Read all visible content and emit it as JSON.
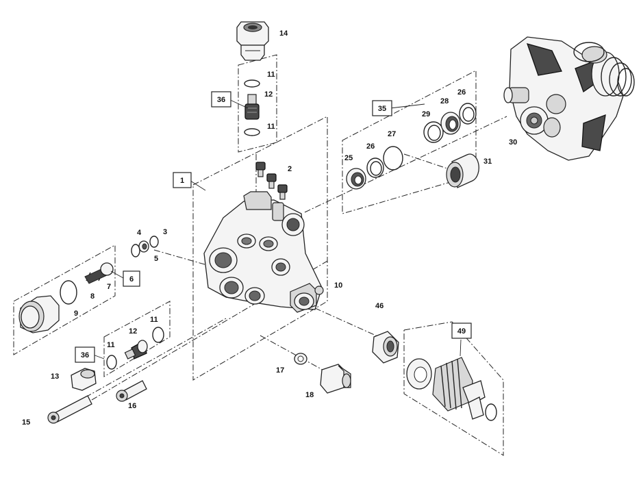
{
  "diagram": {
    "callouts": [
      {
        "id": "c1",
        "label": "1"
      },
      {
        "id": "c2",
        "label": "2"
      },
      {
        "id": "c3",
        "label": "3"
      },
      {
        "id": "c4",
        "label": "4"
      },
      {
        "id": "c5",
        "label": "5"
      },
      {
        "id": "c6",
        "label": "6"
      },
      {
        "id": "c7",
        "label": "7"
      },
      {
        "id": "c8",
        "label": "8"
      },
      {
        "id": "c9",
        "label": "9"
      },
      {
        "id": "c10",
        "label": "10"
      },
      {
        "id": "c11a",
        "label": "11"
      },
      {
        "id": "c11b",
        "label": "11"
      },
      {
        "id": "c11c",
        "label": "11"
      },
      {
        "id": "c11d",
        "label": "11"
      },
      {
        "id": "c12a",
        "label": "12"
      },
      {
        "id": "c12b",
        "label": "12"
      },
      {
        "id": "c13",
        "label": "13"
      },
      {
        "id": "c14",
        "label": "14"
      },
      {
        "id": "c15",
        "label": "15"
      },
      {
        "id": "c16",
        "label": "16"
      },
      {
        "id": "c17",
        "label": "17"
      },
      {
        "id": "c18",
        "label": "18"
      },
      {
        "id": "c25",
        "label": "25"
      },
      {
        "id": "c26a",
        "label": "26"
      },
      {
        "id": "c26b",
        "label": "26"
      },
      {
        "id": "c27",
        "label": "27"
      },
      {
        "id": "c28",
        "label": "28"
      },
      {
        "id": "c29",
        "label": "29"
      },
      {
        "id": "c30",
        "label": "30"
      },
      {
        "id": "c31",
        "label": "31"
      },
      {
        "id": "c46",
        "label": "46"
      }
    ],
    "kit_boxes": [
      {
        "id": "k1",
        "label": "1"
      },
      {
        "id": "k6",
        "label": "6"
      },
      {
        "id": "k35",
        "label": "35"
      },
      {
        "id": "k36a",
        "label": "36"
      },
      {
        "id": "k36b",
        "label": "36"
      },
      {
        "id": "k49",
        "label": "49"
      }
    ]
  }
}
